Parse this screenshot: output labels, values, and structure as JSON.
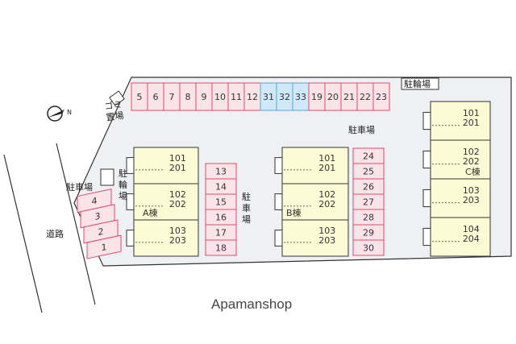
{
  "labels": {
    "north": "N",
    "bike_top": "駐輪場",
    "parking_top": "駐車場",
    "garbage": "ゴミ置場",
    "bike_left": "駐輪場",
    "parking_left": "駐車場",
    "parking_mid": "駐車場",
    "road": "道路",
    "watermark": "Apamanshop"
  },
  "colors": {
    "pink": "#fbe3ea",
    "pink_stroke": "#e0486a",
    "blue": "#cfe9f8",
    "blue_stroke": "#5aa6d6",
    "building": "#fdfbd6",
    "building_stroke": "#333333",
    "lot": "#eef0f3"
  },
  "buildings": [
    {
      "name": "A棟",
      "units": [
        "101\n201",
        "102\n202",
        "103\n203"
      ]
    },
    {
      "name": "B棟",
      "units": [
        "101\n201",
        "102\n202",
        "103\n203"
      ]
    },
    {
      "name": "C棟",
      "units": [
        "101\n201",
        "102\n202",
        "103\n203",
        "104\n204"
      ]
    }
  ],
  "spaces": {
    "top": [
      "5",
      "6",
      "7",
      "8",
      "9",
      "10",
      "11",
      "12",
      "31",
      "32",
      "33",
      "19",
      "20",
      "21",
      "22",
      "23"
    ],
    "top_blue": [
      "31",
      "32",
      "33"
    ],
    "left": [
      "4",
      "3",
      "2",
      "1"
    ],
    "mid": [
      "13",
      "14",
      "15",
      "16",
      "17",
      "18"
    ],
    "right": [
      "24",
      "25",
      "26",
      "27",
      "28",
      "29",
      "30"
    ]
  }
}
